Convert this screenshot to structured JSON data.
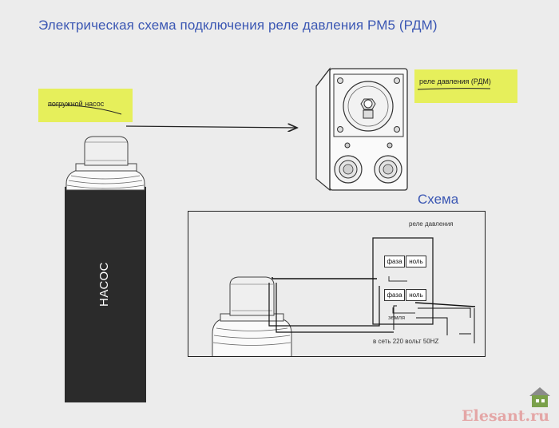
{
  "title": "Электрическая схема подключения реле давления РМ5 (РДМ)",
  "labels": {
    "pump_tag": "погружной насос",
    "relay_tag": "реле давления (РДМ)",
    "pump_body": "НАСОС"
  },
  "schema": {
    "title": "Схема",
    "relay_label": "реле давления",
    "top_row": [
      "фаза",
      "ноль"
    ],
    "bottom_row": [
      "фаза",
      "ноль"
    ],
    "ground": "земля",
    "mains": "в сеть 220 вольт 50HZ"
  },
  "watermark": "Elesant.ru",
  "colors": {
    "title_blue": "#3b57b3",
    "tag_yellow": "#e6ef5b",
    "pump_black": "#2b2b2b",
    "watermark": "#e4a6a6"
  }
}
